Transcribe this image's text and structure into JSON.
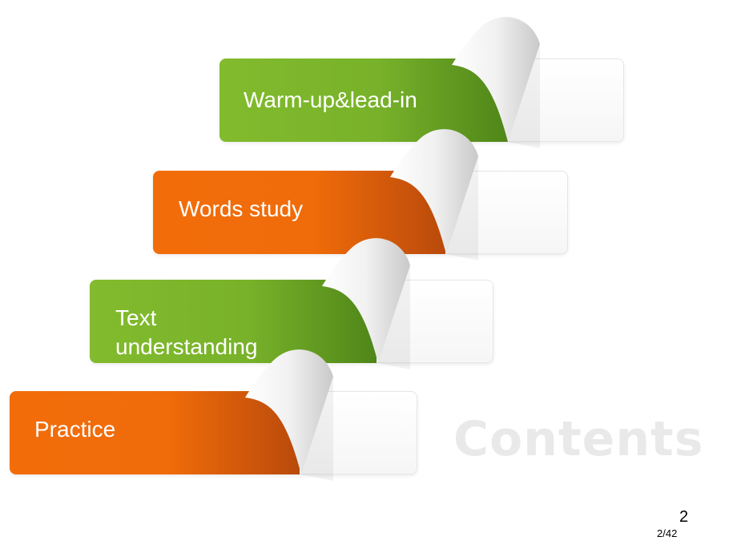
{
  "slide": {
    "menu": [
      {
        "label": "Warm-up&lead-in",
        "color": "green"
      },
      {
        "label": "Words study",
        "color": "orange"
      },
      {
        "label": "Text\nunderstanding",
        "color": "green"
      },
      {
        "label": "Practice",
        "color": "orange"
      }
    ],
    "watermark": "Contents",
    "page_number": "2",
    "page_counter": "2/42"
  },
  "colors": {
    "green": "#78b22a",
    "green_dark": "#4f8619",
    "orange": "#f06b0a",
    "orange_dark": "#b94a0b"
  }
}
